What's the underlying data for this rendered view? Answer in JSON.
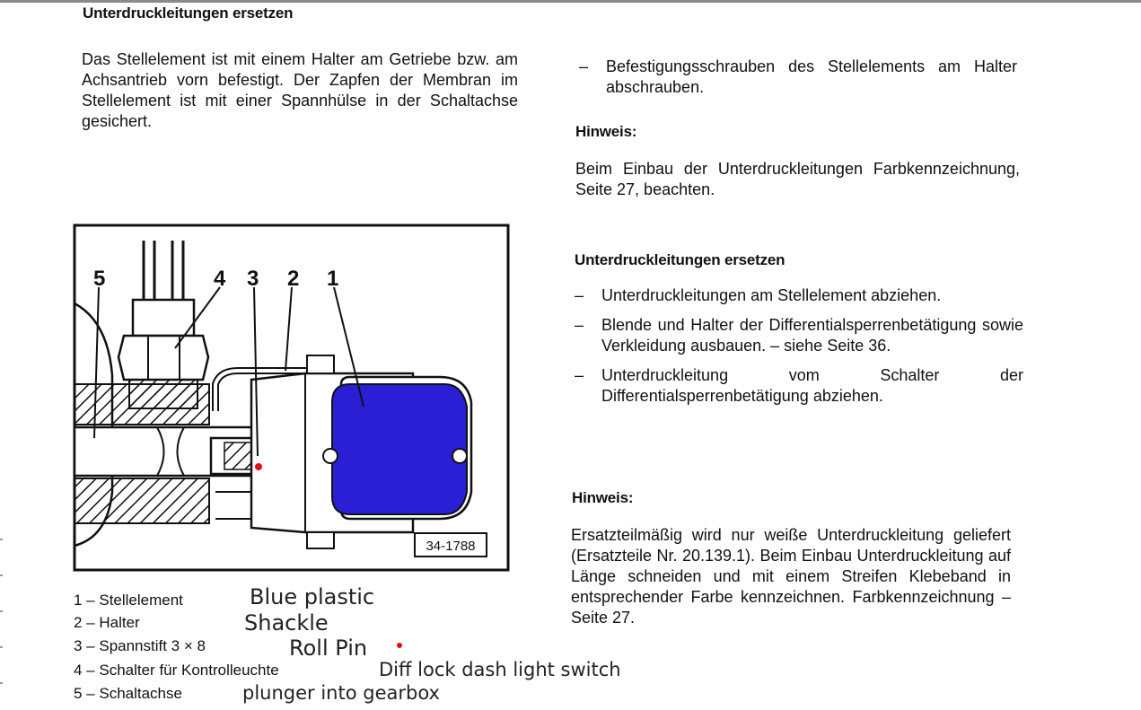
{
  "doc": {
    "title": "Unterdruckleitungen ersetzen",
    "intro": "Das Stellelement ist mit einem Halter am Getriebe bzw. am Achsantrieb vorn befestigt. Der Zapfen der Membran im Stellelement ist mit einer Spannhülse in der Schaltachse gesichert.",
    "right": {
      "step_top": "Befestigungsschrauben des Stellelements am Halter abschrauben.",
      "hinweis1_title": "Hinweis:",
      "hinweis1_text": "Beim Einbau der Unterdruckleitungen Farbkennzeichnung, Seite 27, beachten.",
      "section_title": "Unterdruckleitungen ersetzen",
      "steps": [
        "Unterdruckleitungen am Stellelement abziehen.",
        "Blende und Halter der Differentialsperrenbetätigung sowie Verkleidung ausbauen. – siehe Seite 36.",
        "Unterdruckleitung vom Schalter der Differentialsperrenbetätigung abziehen."
      ],
      "hinweis2_title": "Hinweis:",
      "hinweis2_text": "Ersatzteilmäßig wird nur weiße Unterdruckleitung geliefert (Ersatzteile Nr. 20.139.1). Beim Einbau Unterdruckleitung auf Länge schneiden und mit einem Streifen Klebeband in entsprechender Farbe kennzeichnen. Farbkennzeichnung – Seite 27."
    },
    "dash": "–"
  },
  "figure": {
    "callouts": [
      "5",
      "4",
      "3",
      "2",
      "1"
    ],
    "figure_id": "34-1788",
    "colors": {
      "diaphragm": "#2b1fd6",
      "marker": "#e01010",
      "ink": "#111111"
    }
  },
  "legend": [
    {
      "label": "1 – Stellelement",
      "note": "Blue plastic"
    },
    {
      "label": "2 – Halter",
      "note": "Shackle"
    },
    {
      "label": "3 – Spannstift 3 × 8",
      "note": "Roll Pin"
    },
    {
      "label": "4 – Schalter für Kontrolleuchte",
      "note": "Diff lock dash light switch"
    },
    {
      "label": "5 – Schaltachse",
      "note": "plunger into gearbox"
    }
  ]
}
